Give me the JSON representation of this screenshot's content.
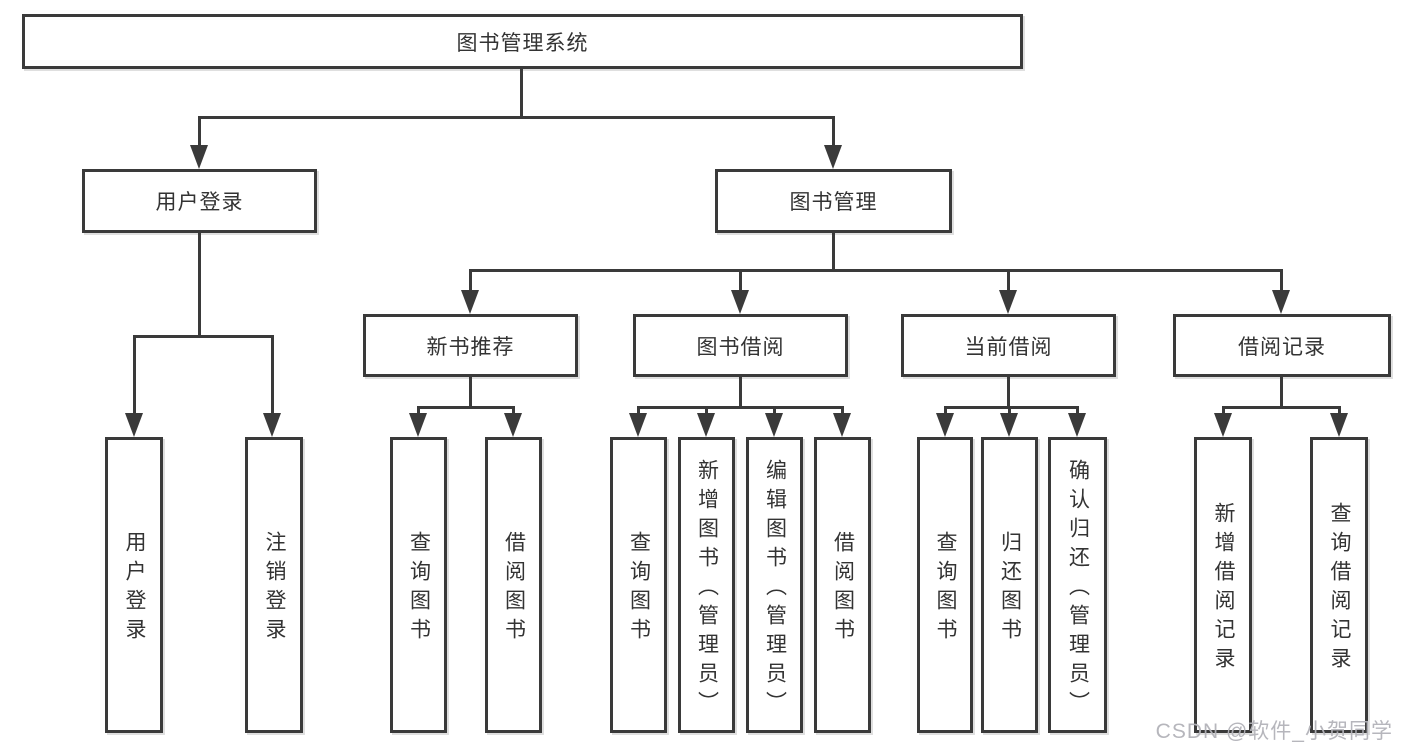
{
  "diagram": {
    "title": "图书管理系统",
    "watermark": "CSDN @软件_小贺同学"
  },
  "colors": {
    "line": "#3a3a3a",
    "text": "#333333",
    "watermark": "#b2b2b8",
    "background": "#ffffff"
  },
  "nodes": {
    "root": {
      "label": "图书管理系统"
    },
    "user_login": {
      "label": "用户登录"
    },
    "book_mgmt": {
      "label": "图书管理"
    },
    "new_book_rec": {
      "label": "新书推荐"
    },
    "book_borrow": {
      "label": "图书借阅"
    },
    "current_borrow": {
      "label": "当前借阅"
    },
    "borrow_record": {
      "label": "借阅记录"
    },
    "leaf_user_login": {
      "label": "用户登录"
    },
    "leaf_logout": {
      "label": "注销登录"
    },
    "leaf_nbr_query_book": {
      "label": "查询图书"
    },
    "leaf_nbr_borrow_book": {
      "label": "借阅图书"
    },
    "leaf_bb_query_book": {
      "label": "查询图书"
    },
    "leaf_bb_add_book": {
      "label": "新增图书（管理员）"
    },
    "leaf_bb_edit_book": {
      "label": "编辑图书（管理员）"
    },
    "leaf_bb_borrow_book": {
      "label": "借阅图书"
    },
    "leaf_cb_query_book": {
      "label": "查询图书"
    },
    "leaf_cb_return_book": {
      "label": "归还图书"
    },
    "leaf_cb_confirm_return": {
      "label": "确认归还（管理员）"
    },
    "leaf_br_add_record": {
      "label": "新增借阅记录"
    },
    "leaf_br_query_record": {
      "label": "查询借阅记录"
    }
  }
}
